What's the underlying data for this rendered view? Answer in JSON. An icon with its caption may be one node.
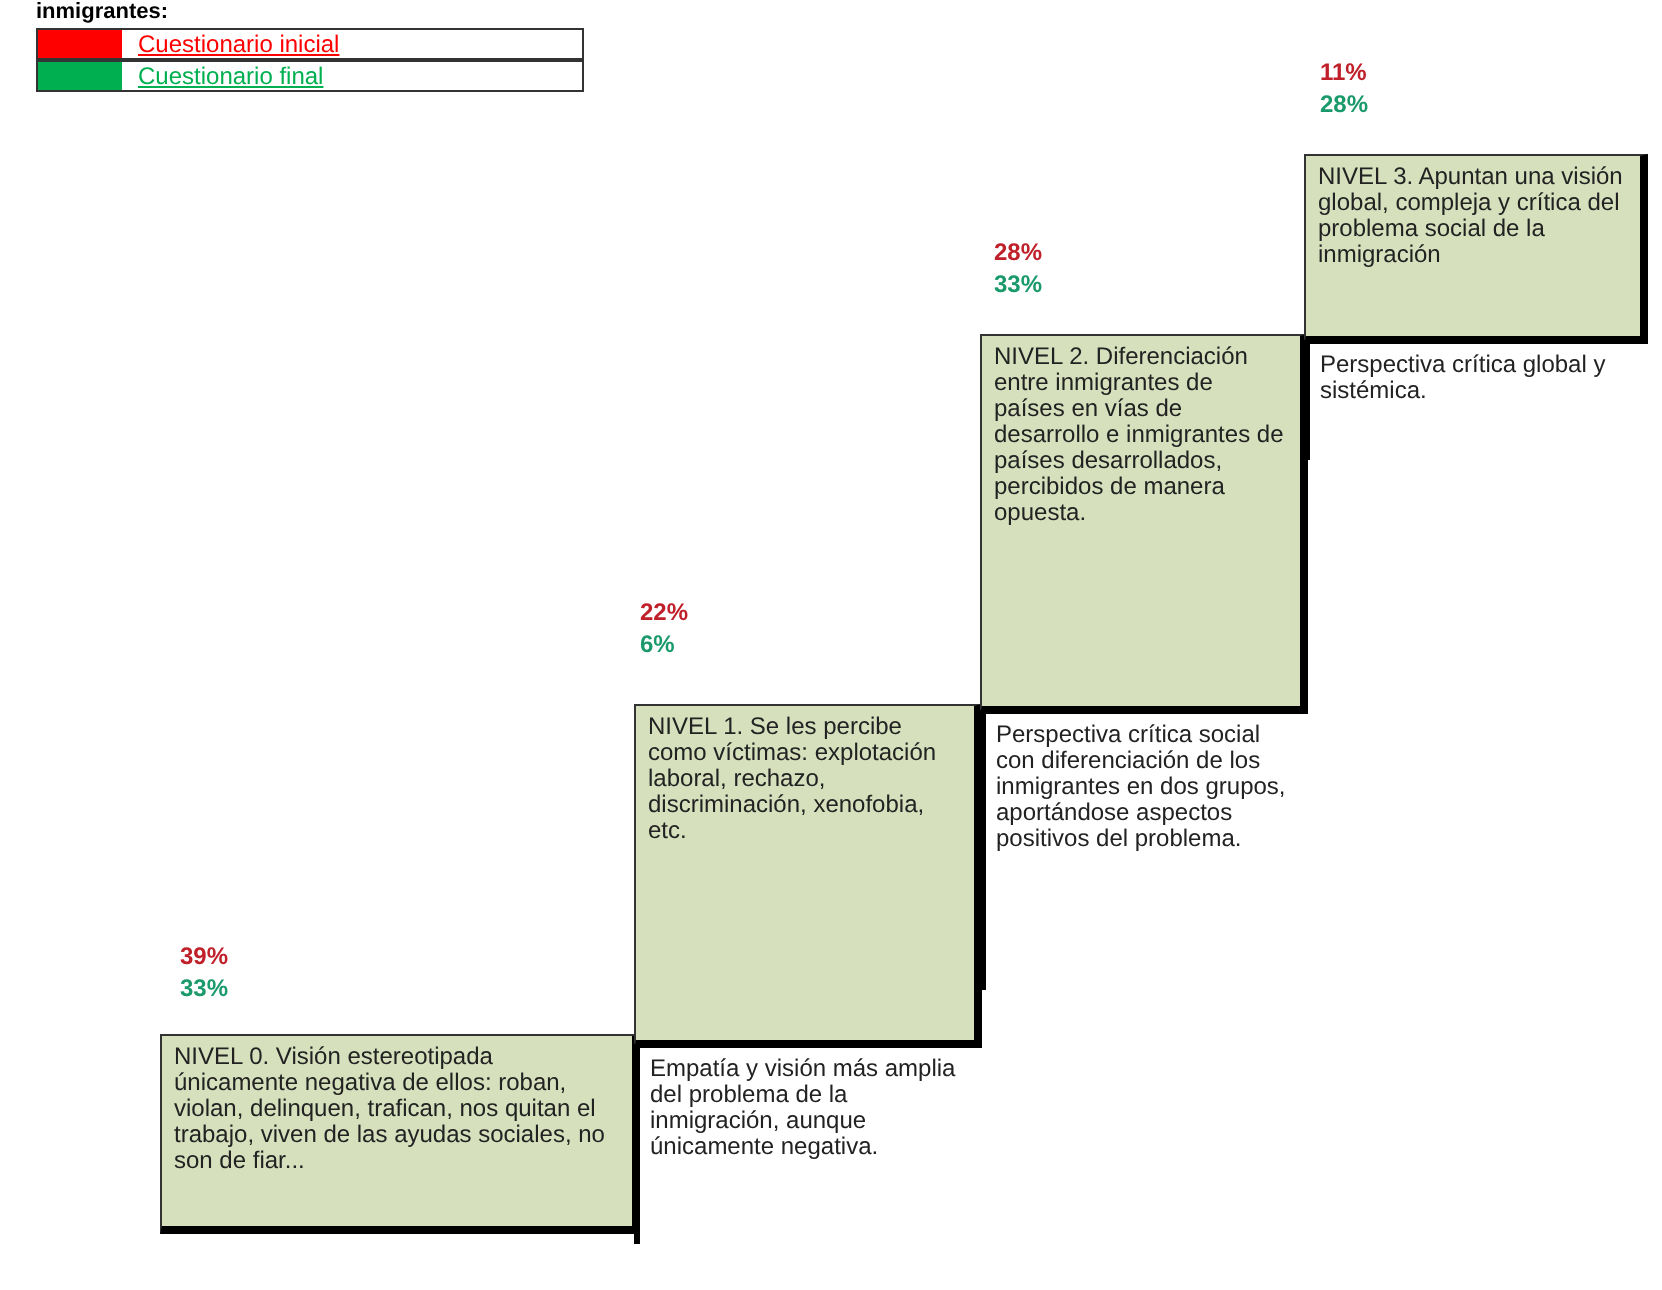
{
  "diagram": {
    "nodes": [
      {
        "text": [
          "NIVEL 0. Visión estereotipada únicamente negativa de ellos: roban, violan, delinquen, trafican, nos quitan el trabajo, viven de las ayudas sociales, no son de fiar..."
        ],
        "beside": [
          "39%",
          "33%"
        ]
      },
      {
        "text": [
          "NIVEL 1. Se les percibe como víctimas: explotación laboral, rechazo, discriminación, xenofobia, etc."
        ],
        "beside": [
          "22%",
          "6%",
          "Empatía y visión más amplia del problema de la inmigración, aunque únicamente negativa."
        ]
      },
      {
        "text": [
          "NIVEL 2. Diferenciación entre inmigrantes de países en vías de desarrollo e inmigrantes de países desarrollados, percibidos de manera opuesta."
        ],
        "beside": [
          "28%",
          "33%",
          "Perspectiva crítica social con diferenciación de los inmigrantes en dos grupos, aportándose aspectos positivos del problema."
        ]
      },
      {
        "text": [
          "NIVEL 3. Apuntan una visión global, compleja y crítica del problema social de la inmigración"
        ],
        "beside": [
          "11%",
          "28%",
          "Perspectiva crítica global y sistémica."
        ]
      }
    ],
    "labels": [
      "inmigrantes:"
    ],
    "legend": [
      {
        "text": "Cuestionario inicial",
        "color": "#ff0000"
      },
      {
        "text": "Cuestionario final",
        "color": "#00b050"
      }
    ]
  }
}
